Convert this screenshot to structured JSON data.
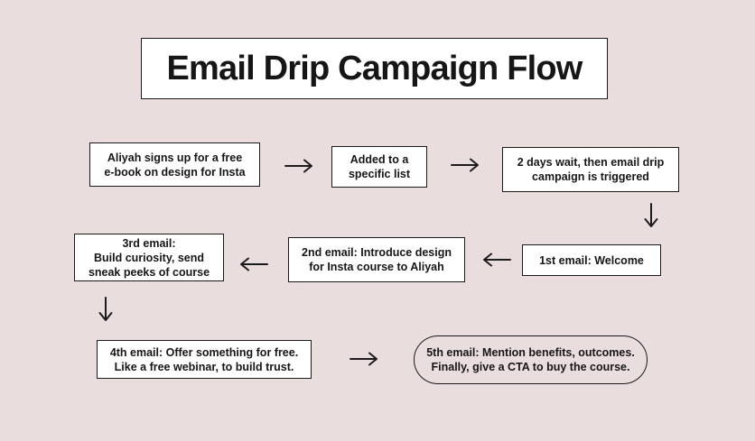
{
  "title": "Email Drip Campaign Flow",
  "colors": {
    "background": "#e9dedd",
    "node_fill": "#ffffff",
    "border": "#1a1a1a",
    "text": "#161616"
  },
  "nodes": {
    "signup": {
      "lines": [
        "Aliyah signs up for a free",
        "e-book on design for Insta"
      ]
    },
    "list": {
      "lines": [
        "Added to a",
        "specific list"
      ]
    },
    "wait": {
      "lines": [
        "2 days wait, then email drip",
        "campaign is triggered"
      ]
    },
    "email1": {
      "lines": [
        "1st email: Welcome"
      ]
    },
    "email2": {
      "lines": [
        "2nd email: Introduce design",
        "for Insta course to Aliyah"
      ]
    },
    "email3": {
      "lines": [
        "3rd email:",
        "Build curiosity, send",
        "sneak peeks of course"
      ]
    },
    "email4": {
      "lines": [
        "4th email: Offer something for free.",
        "Like a free webinar, to build trust."
      ]
    },
    "email5": {
      "lines": [
        "5th email: Mention benefits, outcomes.",
        "Finally, give a CTA to buy the course."
      ]
    }
  },
  "arrows": [
    {
      "from": "signup",
      "to": "list",
      "direction": "right"
    },
    {
      "from": "list",
      "to": "wait",
      "direction": "right"
    },
    {
      "from": "wait",
      "to": "email1",
      "direction": "down"
    },
    {
      "from": "email1",
      "to": "email2",
      "direction": "left"
    },
    {
      "from": "email2",
      "to": "email3",
      "direction": "left"
    },
    {
      "from": "email3",
      "to": "email4",
      "direction": "down"
    },
    {
      "from": "email4",
      "to": "email5",
      "direction": "right"
    }
  ]
}
